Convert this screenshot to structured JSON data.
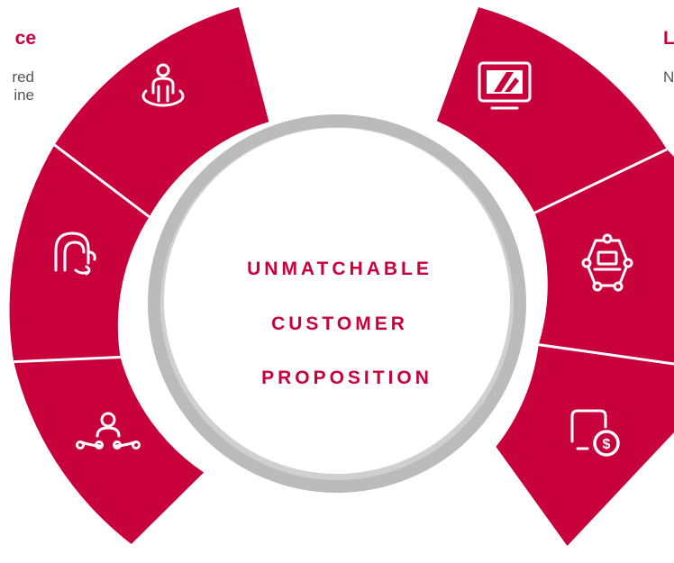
{
  "colors": {
    "primary": "#c8003c",
    "ring": "#b8b8b8",
    "center_fill": "#ffffff",
    "secondary_text": "#555555"
  },
  "left_note": {
    "title": "ce",
    "line1": "red",
    "line2": "ine"
  },
  "right_note": {
    "title": "L",
    "line1": "N"
  },
  "center": {
    "line1": "UNMATCHABLE",
    "line2": "CUSTOMER",
    "line3": "PROPOSITION"
  },
  "icons": {
    "left_top": "person-target-icon",
    "left_middle": "face-profile-icon",
    "left_bottom": "person-network-icon",
    "right_top": "monitor-display-icon",
    "right_middle": "laptop-network-icon",
    "right_bottom": "monitor-dollar-icon"
  }
}
